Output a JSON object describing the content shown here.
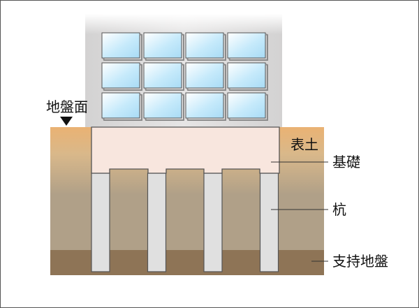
{
  "labels": {
    "ground_surface": "地盤面",
    "topsoil": "表土",
    "foundation": "基礎",
    "pile": "杭",
    "bearing_stratum": "支持地盤"
  },
  "colors": {
    "topsoil_top": "#eab273",
    "topsoil_mid": "#d9b88a",
    "soil": "#b0a088",
    "bearing_ground": "#8e7456",
    "foundation": "#f8e6de",
    "pile": "#e0e0e0",
    "building": "#dcdbdb",
    "window": "#c6eafb"
  },
  "building": {
    "window_rows": 3,
    "window_cols": 4
  },
  "piles": {
    "count": 4
  }
}
